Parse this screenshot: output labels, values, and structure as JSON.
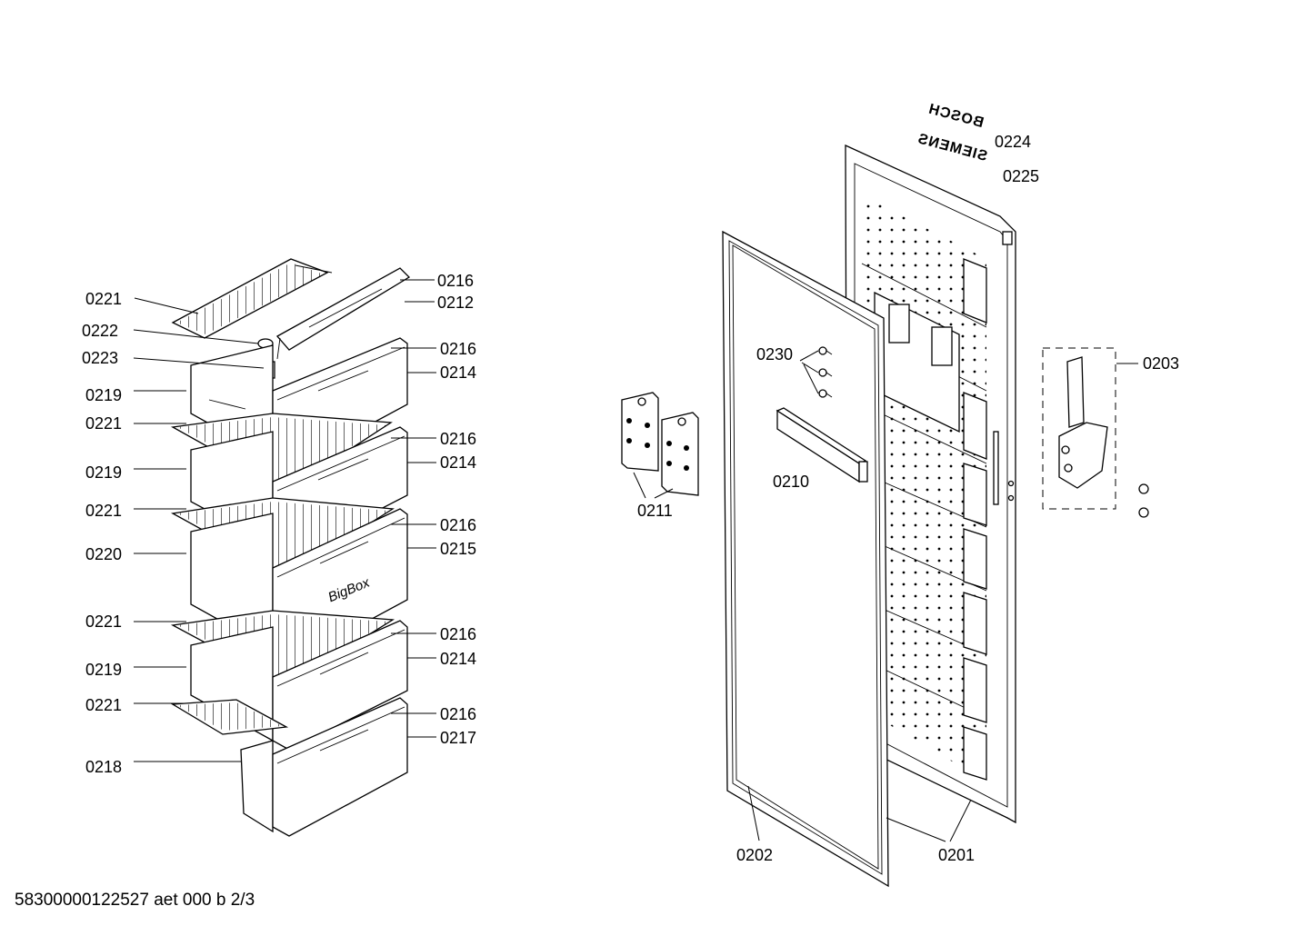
{
  "parts_left": {
    "l0221a": "0221",
    "l0222": "0222",
    "l0223": "0223",
    "l0219a": "0219",
    "l0221b": "0221",
    "l0219b": "0219",
    "l0221c": "0221",
    "l0220": "0220",
    "l0221d": "0221",
    "l0219c": "0219",
    "l0221e": "0221",
    "l0218": "0218",
    "r0216a": "0216",
    "r0212": "0212",
    "r0216b": "0216",
    "r0214a": "0214",
    "r0216c": "0216",
    "r0214b": "0214",
    "r0216d": "0216",
    "r0215": "0215",
    "r0216e": "0216",
    "r0214c": "0214",
    "r0216f": "0216",
    "r0217": "0217"
  },
  "parts_right": {
    "p0224": "0224",
    "p0225": "0225",
    "p0203": "0203",
    "p0230": "0230",
    "p0210": "0210",
    "p0211": "0211",
    "p0202": "0202",
    "p0201": "0201"
  },
  "drawer_brand": "BigBox",
  "door_brands": {
    "bosch": "BOSCH",
    "siemens": "SIEMENS"
  },
  "footer_code": "58300000122527 aet 000 b 2/3"
}
